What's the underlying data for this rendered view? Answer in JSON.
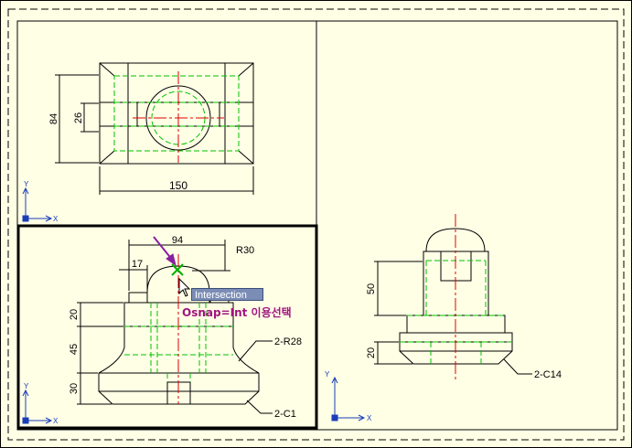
{
  "top_view": {
    "dim_width": "150",
    "dim_height": "84",
    "dim_inner": "26"
  },
  "front_view": {
    "dim_94": "94",
    "dim_17": "17",
    "dim_r30": "R30",
    "dim_20": "20",
    "dim_45": "45",
    "dim_30": "30",
    "callout_r28": "2-R28",
    "callout_c1": "2-C1"
  },
  "side_view": {
    "dim_50": "50",
    "dim_20": "20",
    "callout_c14": "2-C14"
  },
  "ucs": {
    "x_label": "X",
    "y_label": "Y"
  },
  "osnap": {
    "tooltip": "Intersection",
    "note": "Osnap=Int 이용선택"
  },
  "colors": {
    "background": "#ffffe6",
    "hidden_line": "#00c000",
    "center_line": "#e00000",
    "ucs_icon": "#1a3db8",
    "annotation": "#a0157f"
  }
}
